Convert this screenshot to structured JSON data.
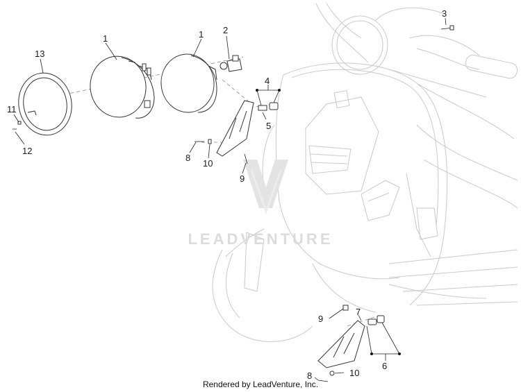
{
  "diagram": {
    "watermark": "LEADVENTURE",
    "footer": "Rendered by LeadVenture, Inc.",
    "callouts": {
      "c1a": "1",
      "c1b": "1",
      "c2": "2",
      "c3": "3",
      "c4": "4",
      "c5": "5",
      "c6": "6",
      "c7": "7",
      "c8a": "8",
      "c8b": "8",
      "c9a": "9",
      "c9b": "9",
      "c10a": "10",
      "c10b": "10",
      "c11": "11",
      "c12": "12",
      "c13": "13"
    }
  }
}
